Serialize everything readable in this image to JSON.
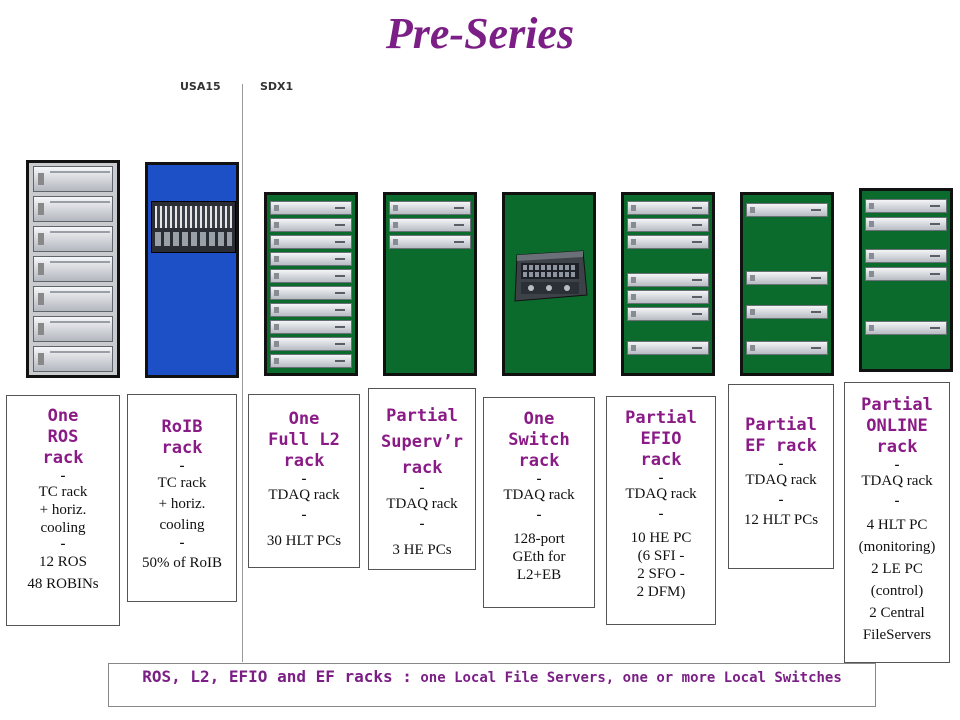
{
  "title": "Pre-Series",
  "zones": {
    "left": "USA15",
    "right": "SDX1"
  },
  "racks": [
    {
      "name": "One\nROS\nrack",
      "lines": [
        "-",
        "TC rack\n+ horiz.\ncooling",
        "-",
        "12 ROS\n48 ROBINs"
      ]
    },
    {
      "name": "RoIB\nrack",
      "lines": [
        "-",
        "TC rack\n+ horiz.\ncooling",
        "-",
        "50% of RoIB"
      ]
    },
    {
      "name": "One\nFull L2\nrack",
      "lines": [
        "-",
        "TDAQ rack",
        "-",
        "30 HLT PCs"
      ]
    },
    {
      "name": "Partial\nSuperv’r\nrack",
      "lines": [
        "-",
        "TDAQ rack",
        "-",
        "3 HE PCs"
      ]
    },
    {
      "name": "One\nSwitch\nrack",
      "lines": [
        "-",
        "TDAQ rack",
        "-",
        "128-port\nGEth for\nL2+EB"
      ]
    },
    {
      "name": "Partial\nEFIO\nrack",
      "lines": [
        "-",
        "TDAQ rack",
        "-",
        "10 HE PC\n(6 SFI -\n2 SFO -\n2 DFM)"
      ]
    },
    {
      "name": "Partial\nEF rack",
      "lines": [
        "-",
        "TDAQ rack",
        "-",
        "12 HLT PCs"
      ]
    },
    {
      "name": "Partial\nONLINE\nrack",
      "lines": [
        "-",
        "TDAQ rack",
        "-",
        "4 HLT PC\n(monitoring)\n2 LE PC\n(control)\n2 Central\nFileServers"
      ]
    }
  ],
  "colors": {
    "title": "#7b1f86",
    "rack_green": "#0b6b2d",
    "rack_blue": "#1d4fc6"
  },
  "note": {
    "strong": "ROS, L2, EFIO and EF racks :",
    "rest": " one Local File Servers, one or more Local Switches"
  }
}
